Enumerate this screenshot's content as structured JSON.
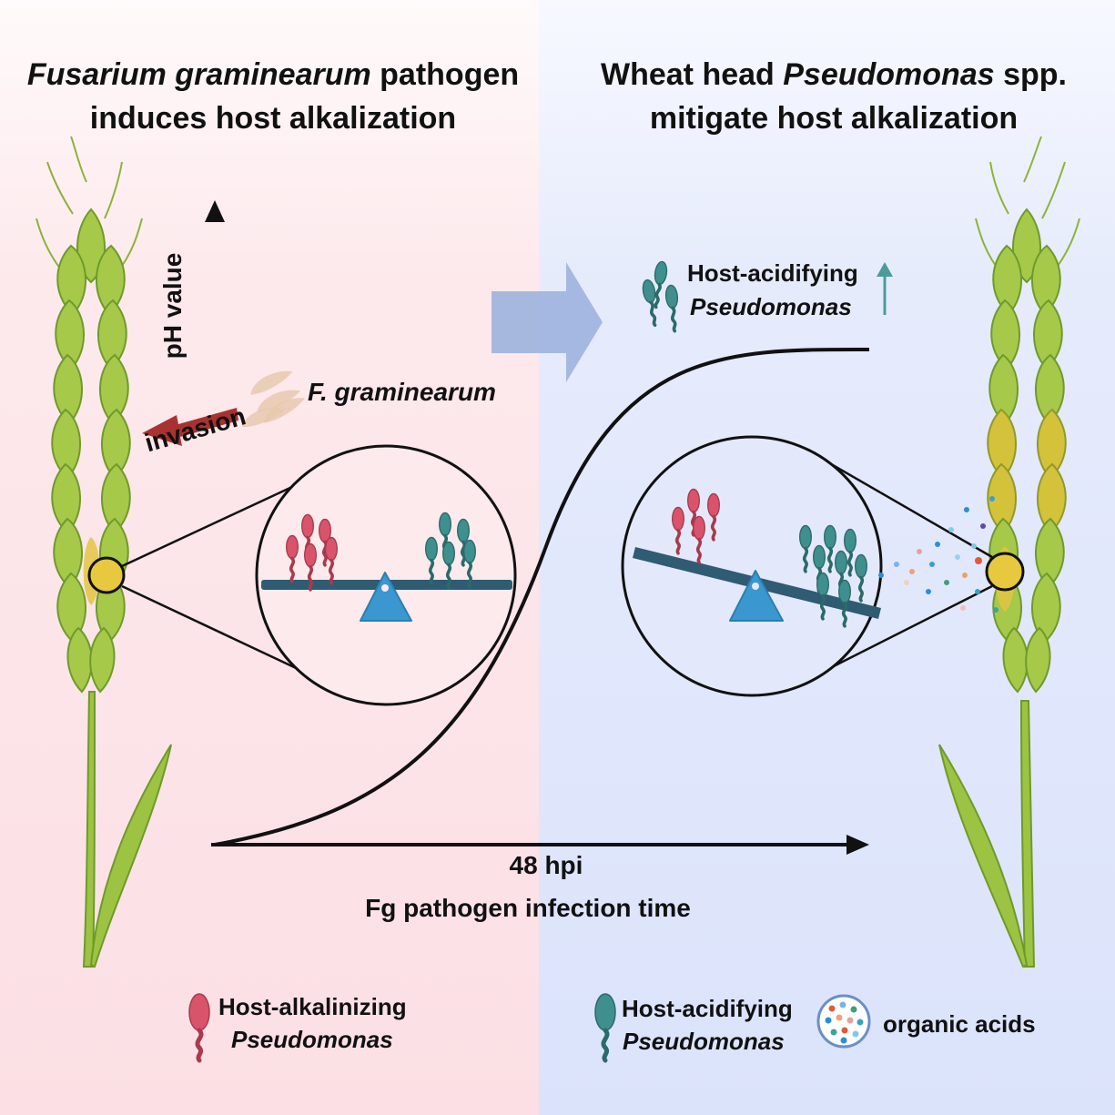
{
  "titles": {
    "left": {
      "italic": "Fusarium graminearum",
      "rest": " pathogen",
      "line2": "induces host alkalization"
    },
    "right": {
      "lead": "Wheat head ",
      "italic": "Pseudomonas",
      "rest": " spp.",
      "line2": "mitigate host alkalization"
    }
  },
  "axes": {
    "y_label": "pH value",
    "x_tick": "48 hpi",
    "x_label": "Fg pathogen infection time"
  },
  "annotations": {
    "pathogen": "F. graminearum",
    "invasion": "invasion",
    "acidifying_line1": "Host-acidifying",
    "acidifying_line2": "Pseudomonas"
  },
  "legend": {
    "alkalinizing_line1": "Host-alkalinizing",
    "alkalinizing_line2": "Pseudomonas",
    "acidifying_line1": "Host-acidifying",
    "acidifying_line2": "Pseudomonas",
    "organic_acids": "organic acids"
  },
  "colors": {
    "left_panel": "#fce4e8",
    "right_panel": "#dfe6fb",
    "alkalinizing_bacteria": "#d9546b",
    "acidifying_bacteria": "#3f8f8f",
    "seesaw_beam": "#2f5b73",
    "seesaw_pivot": "#3b97cf",
    "wheat": "#9cc342",
    "invasion_arrow": "#a8322f",
    "flow_arrow": "#9db2de"
  },
  "icons": [
    "wheat-head-icon",
    "seesaw-icon",
    "bacterium-icon",
    "spore-icon",
    "organic-acid-droplet-icon",
    "arrow-icon"
  ]
}
